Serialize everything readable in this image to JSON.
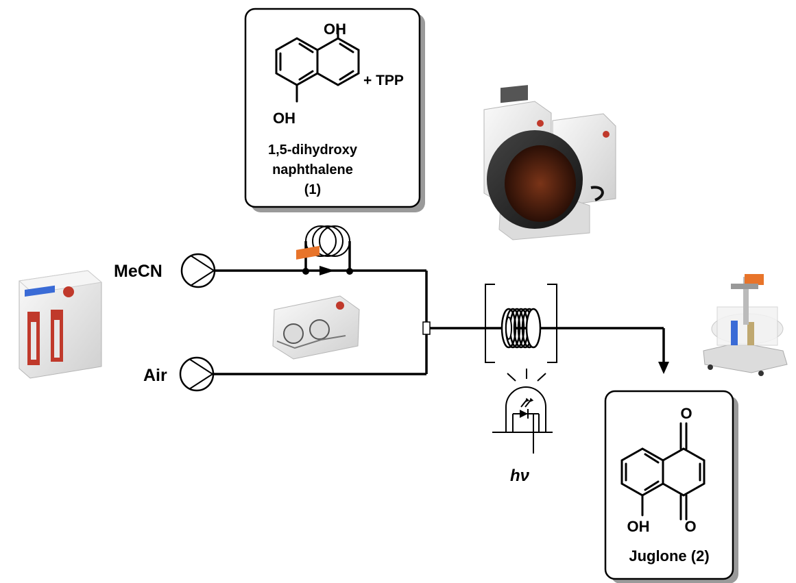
{
  "reactant": {
    "oh_top": "OH",
    "oh_bottom": "OH",
    "additive": "+ TPP",
    "name_line1": "1,5-dihydroxy",
    "name_line2": "naphthalene",
    "name_line3": "(1)"
  },
  "pumps": {
    "mecn_label": "MeCN",
    "air_label": "Air"
  },
  "light": {
    "label": "hν"
  },
  "product": {
    "o_top": "O",
    "oh": "OH",
    "o_bottom": "O",
    "name": "Juglone (2)"
  },
  "colors": {
    "line": "#000000",
    "box_shadow": "#9a9a9a",
    "instrument_body": "#ececec",
    "instrument_accent": "#c0392b",
    "reactor_dark": "#2a2a2a",
    "reactor_window": "#6b2a14",
    "led_display": "#3a6bd6",
    "orange_panel": "#e8742a"
  }
}
